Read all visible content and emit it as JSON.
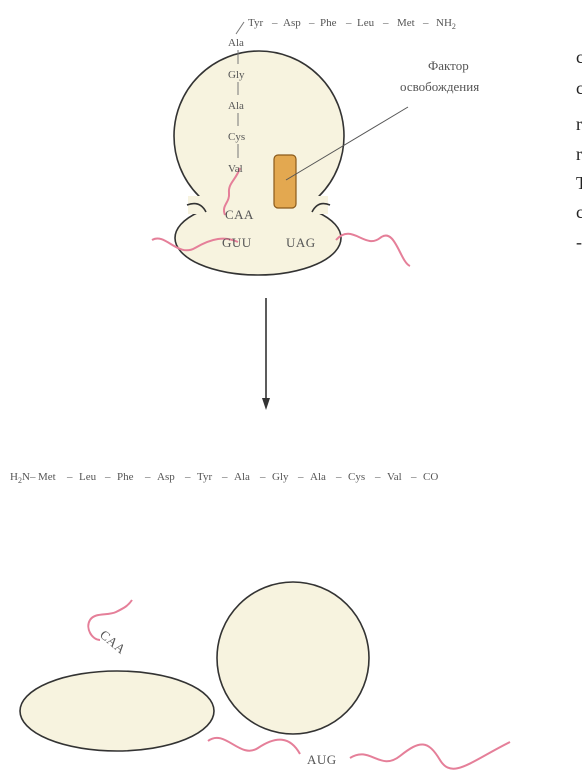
{
  "top_chain": {
    "tail": [
      "Tyr",
      "Asp",
      "Phe",
      "Leu",
      "Met"
    ],
    "end_group": "NH",
    "end_subscript": "2"
  },
  "vertical_chain": [
    "Ala",
    "Gly",
    "Ala",
    "Cys",
    "Val"
  ],
  "trna_anticodon": "CAA",
  "mrna_codons": {
    "sense": "GUU",
    "stop": "UAG"
  },
  "release_factor": {
    "line1": "Фактор",
    "line2": "освобождения"
  },
  "released_peptide": {
    "n_terminus": "H",
    "n_sub": "2",
    "n_atom": "N",
    "residues": [
      "Met",
      "Leu",
      "Phe",
      "Asp",
      "Tyr",
      "Ala",
      "Gly",
      "Ala",
      "Cys",
      "Val"
    ],
    "c_terminus": "CO"
  },
  "free_trna_anticodon": "CAA",
  "free_mrna_codon": "AUG",
  "cropped_edge_glyphs": [
    "c",
    "c",
    "r",
    "r",
    "T",
    "c",
    "-"
  ],
  "colors": {
    "ribosome_fill": "#f7f3df",
    "outline": "#333333",
    "mrna": "#e57f99",
    "factor_fill": "#e3a850",
    "factor_stroke": "#8a5a1a",
    "pointer": "#555555"
  }
}
